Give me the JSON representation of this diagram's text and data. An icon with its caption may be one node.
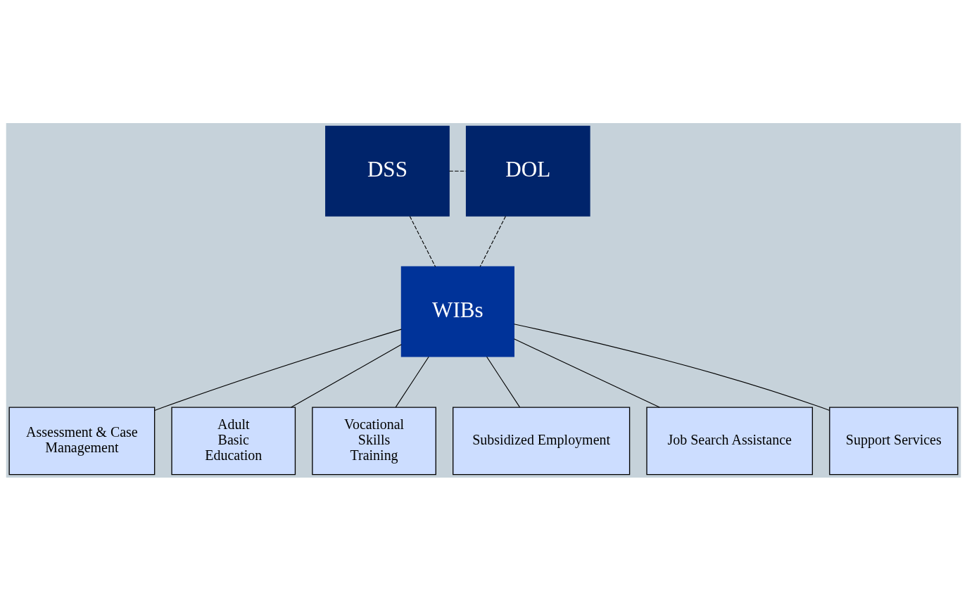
{
  "diagram": {
    "nodes": [
      {
        "text": [
          "DSS"
        ]
      },
      {
        "text": [
          "DOL"
        ]
      },
      {
        "text": [
          "WIBs"
        ]
      },
      {
        "text": [
          "Assessment & Case Management"
        ]
      },
      {
        "text": [
          "Adult Basic Education"
        ]
      },
      {
        "text": [
          "Vocational Skills Training"
        ]
      },
      {
        "text": [
          "Subsidized Employment"
        ]
      },
      {
        "text": [
          "Job Search Assistance"
        ]
      },
      {
        "text": [
          "Support Services"
        ]
      }
    ],
    "edges": [
      {
        "from": 0,
        "to": 1,
        "arrow": "none",
        "style": "dashed"
      },
      {
        "from": 0,
        "to": 2,
        "arrow": "none",
        "style": "dashed"
      },
      {
        "from": 1,
        "to": 2,
        "arrow": "none",
        "style": "dashed"
      },
      {
        "from": 2,
        "to": 3,
        "arrow": "none"
      },
      {
        "from": 2,
        "to": 4,
        "arrow": "none"
      },
      {
        "from": 2,
        "to": 5,
        "arrow": "none"
      },
      {
        "from": 2,
        "to": 6,
        "arrow": "none"
      },
      {
        "from": 2,
        "to": 7,
        "arrow": "none"
      },
      {
        "from": 2,
        "to": 8,
        "arrow": "none"
      }
    ]
  }
}
